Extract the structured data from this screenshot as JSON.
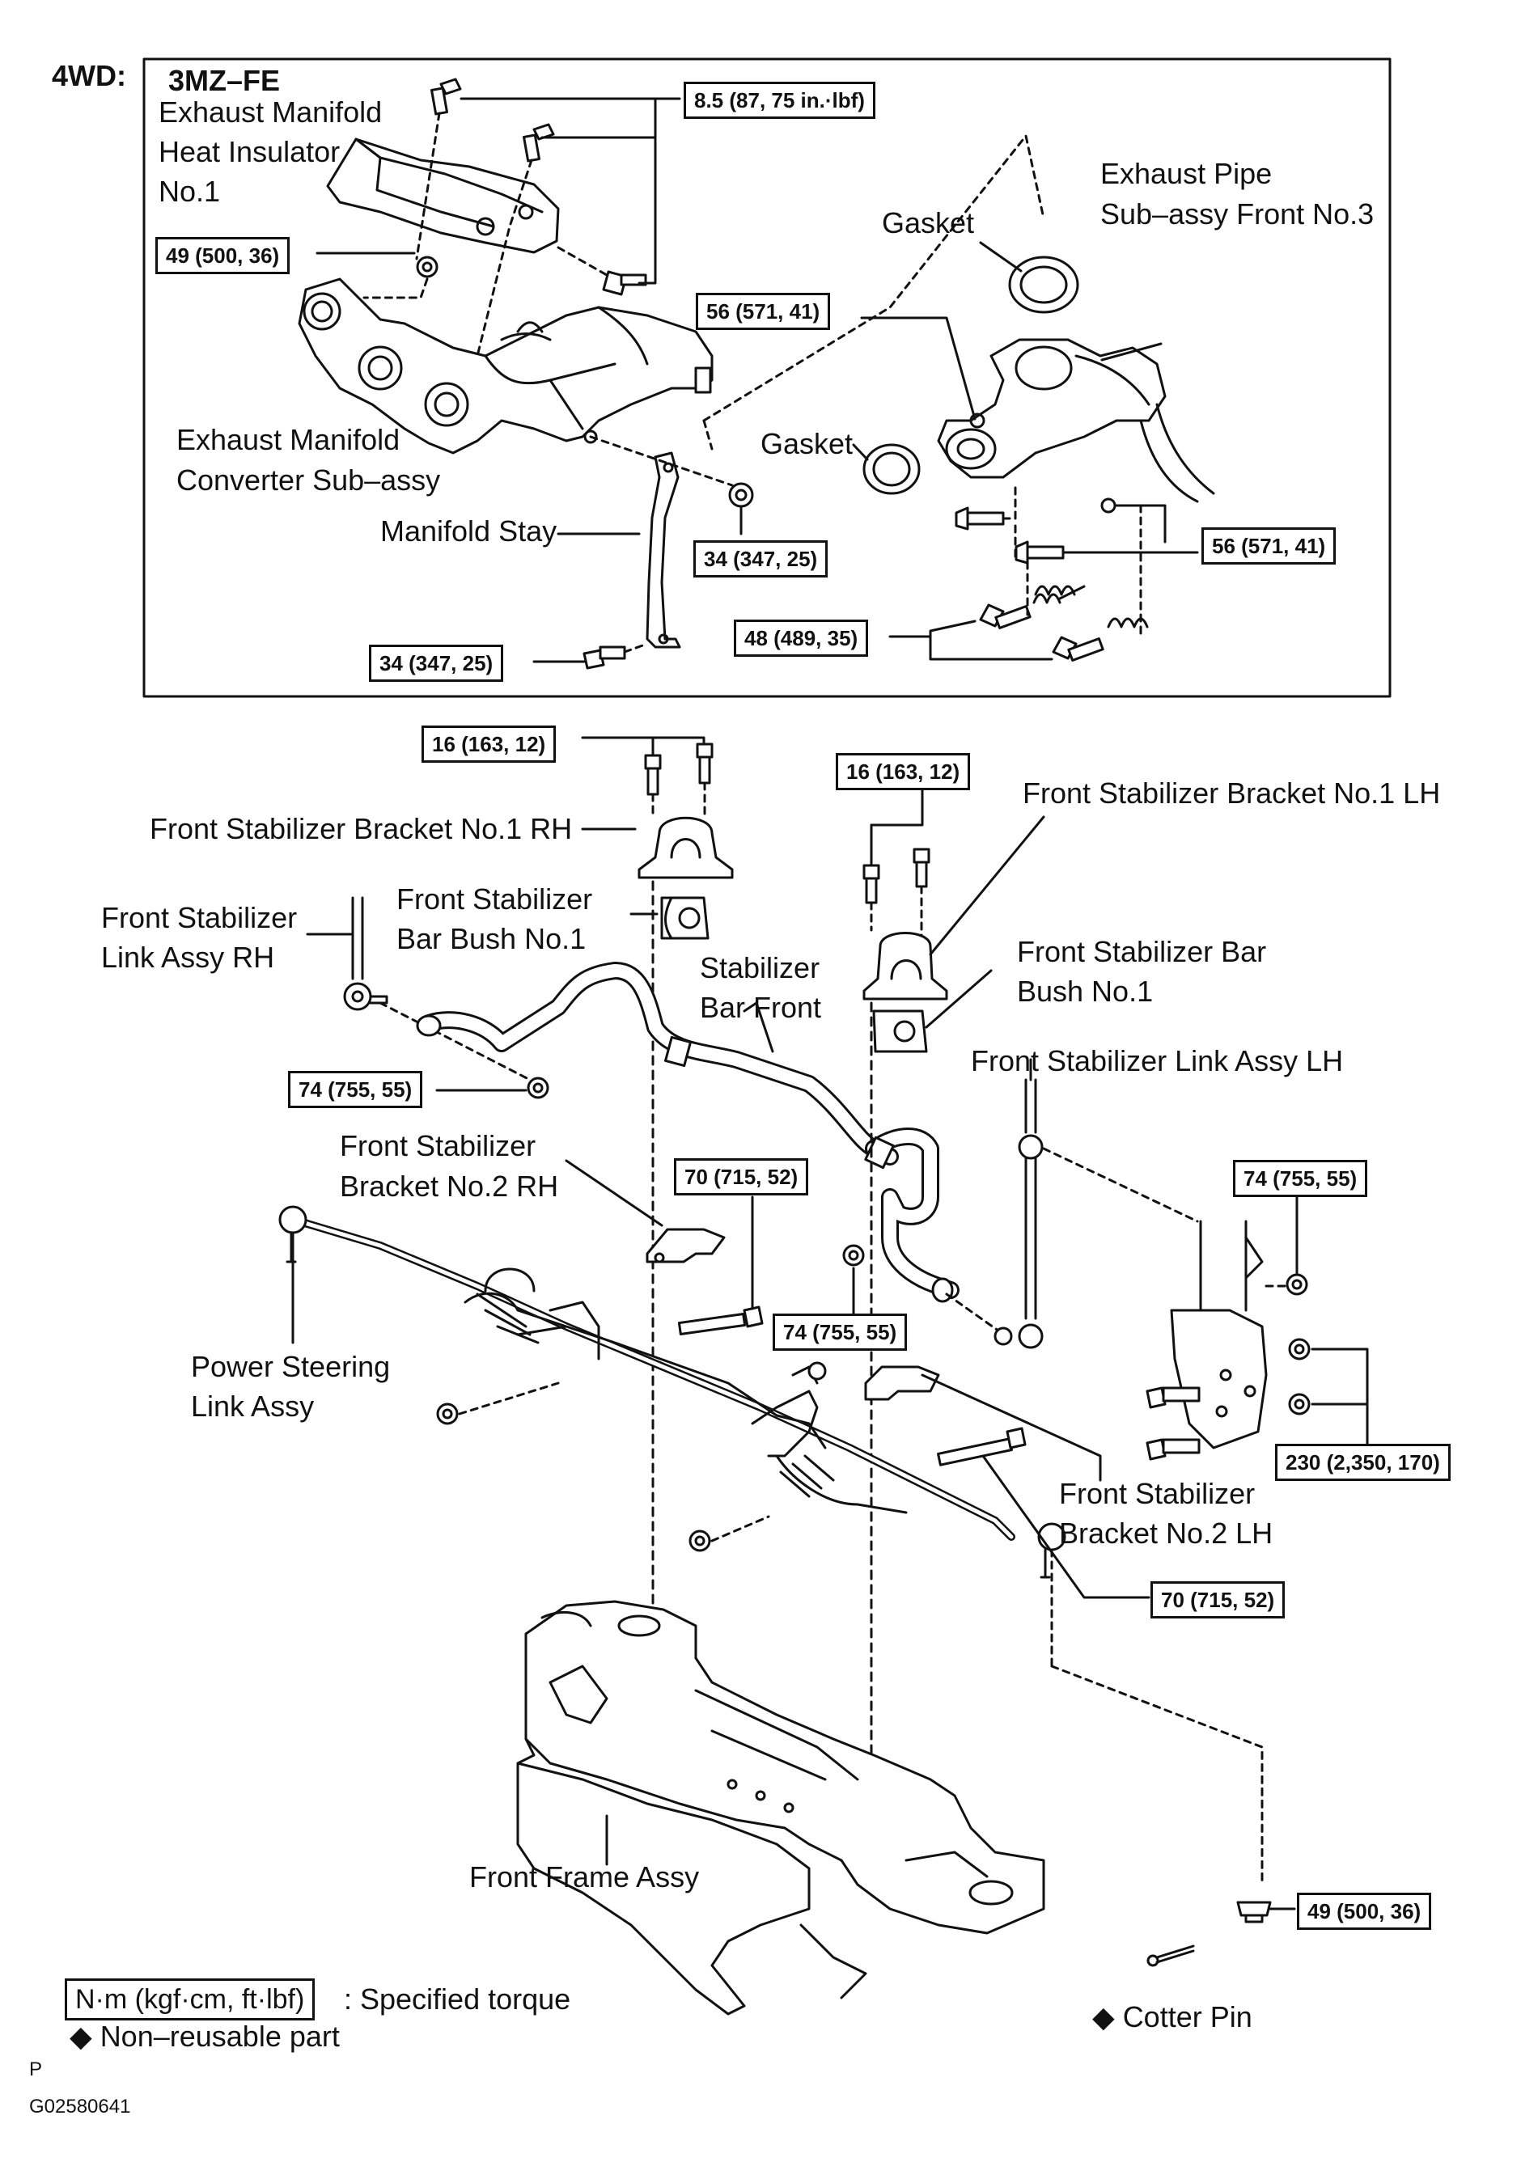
{
  "drive_label": "4WD:",
  "engine_label": "3MZ–FE",
  "parts": {
    "exhaust_manifold_heat_insulator": [
      "Exhaust Manifold",
      "Heat Insulator",
      "No.1"
    ],
    "exhaust_manifold_converter": [
      "Exhaust Manifold",
      "Converter Sub–assy"
    ],
    "manifold_stay": "Manifold Stay",
    "gasket_upper": "Gasket",
    "gasket_lower": "Gasket",
    "exhaust_pipe_front_no3": [
      "Exhaust Pipe",
      "Sub–assy Front No.3"
    ],
    "front_stabilizer_bracket_no1_rh": "Front Stabilizer Bracket No.1 RH",
    "front_stabilizer_bracket_no1_lh": "Front Stabilizer Bracket No.1 LH",
    "front_stabilizer_link_assy_rh": [
      "Front Stabilizer",
      "Link Assy RH"
    ],
    "front_stabilizer_bar_bush_rh": [
      "Front Stabilizer",
      "Bar Bush No.1"
    ],
    "stabilizer_bar_front": [
      "Stabilizer",
      "Bar Front"
    ],
    "front_stabilizer_bar_bush_lh": [
      "Front Stabilizer Bar",
      "Bush No.1"
    ],
    "front_stabilizer_link_assy_lh": "Front Stabilizer Link Assy LH",
    "front_stabilizer_bracket_no2_rh": [
      "Front Stabilizer",
      "Bracket No.2 RH"
    ],
    "power_steering_link_assy": [
      "Power Steering",
      "Link Assy"
    ],
    "front_stabilizer_bracket_no2_lh": [
      "Front Stabilizer",
      "Bracket No.2 LH"
    ],
    "front_frame_assy": "Front Frame Assy",
    "cotter_pin": "◆ Cotter Pin"
  },
  "torques": {
    "heat_insulator_bolts": "8.5 (87, 75 in.·lbf)",
    "manifold_nut": "49 (500, 36)",
    "pipe_stud_nut": "56 (571, 41)",
    "pipe_bolts": "56 (571, 41)",
    "manifold_stay_nut": "34 (347, 25)",
    "manifold_stay_bolt": "34 (347, 25)",
    "pipe_spring_bolts": "48 (489, 35)",
    "bracket_no1_rh_bolts": "16 (163, 12)",
    "bracket_no1_lh_bolts": "16 (163, 12)",
    "link_rh_nut": "74 (755, 55)",
    "link_lh_upper_nut": "74 (755, 55)",
    "link_lh_lower_nut": "74 (755, 55)",
    "rack_bolt_rh": "70 (715, 52)",
    "rack_bolt_lh": "70 (715, 52)",
    "knuckle_bolts": "230 (2,350, 170)",
    "tie_rod_nut": "49 (500, 36)"
  },
  "legend": {
    "torque_unit_box": "N·m (kgf·cm, ft·lbf)",
    "torque_unit_text": ": Specified torque",
    "non_reusable": "◆  Non–reusable part"
  },
  "footer": {
    "letter": "P",
    "code": "G02580641"
  }
}
